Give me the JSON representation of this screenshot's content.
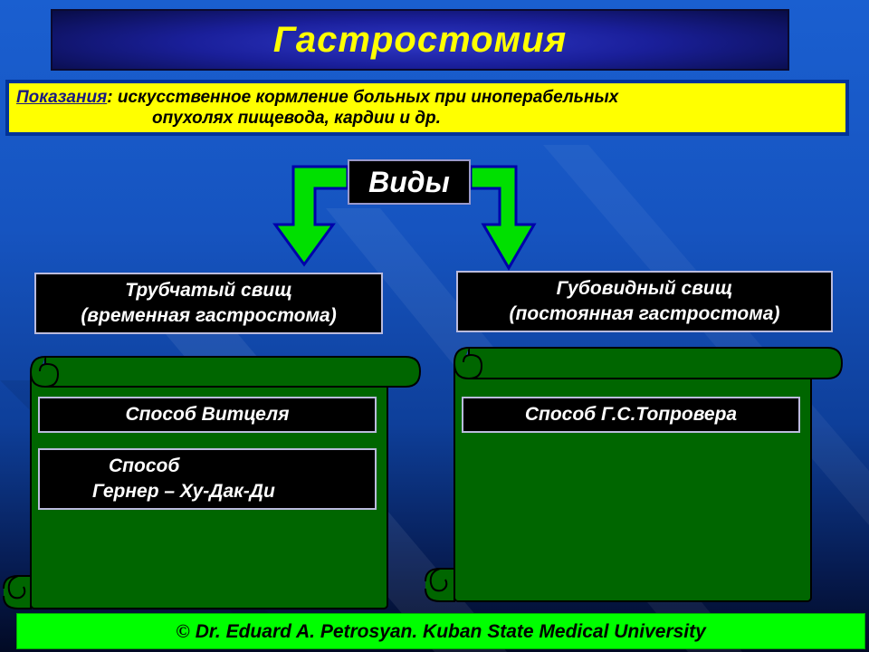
{
  "title": "Гастростомия",
  "indications": {
    "label": "Показания",
    "line1_rest": ": искусственное кормление больных при иноперабельных",
    "line2": "опухолях пищевода, кардии и др."
  },
  "types_header": "Виды",
  "types": {
    "left": {
      "line1": "Трубчатый свищ",
      "line2": "(временная гастростома)"
    },
    "right": {
      "line1": "Губовидный свищ",
      "line2": "(постоянная гастростома)"
    }
  },
  "methods": {
    "left": [
      "Способ Витцеля",
      {
        "line1": "Способ",
        "line2": "Гернер – Ху-Дак-Ди"
      }
    ],
    "right": [
      "Способ Г.С.Топровера"
    ]
  },
  "footer": {
    "copyright_symbol": "©",
    "text": "Dr. Eduard A. Petrosyan. Kuban State Medical University"
  },
  "colors": {
    "title_text": "#ffff00",
    "indications_bg": "#ffff00",
    "arrow": "#00e000",
    "scroll": "#006600",
    "footer_bg": "#00ff00"
  }
}
